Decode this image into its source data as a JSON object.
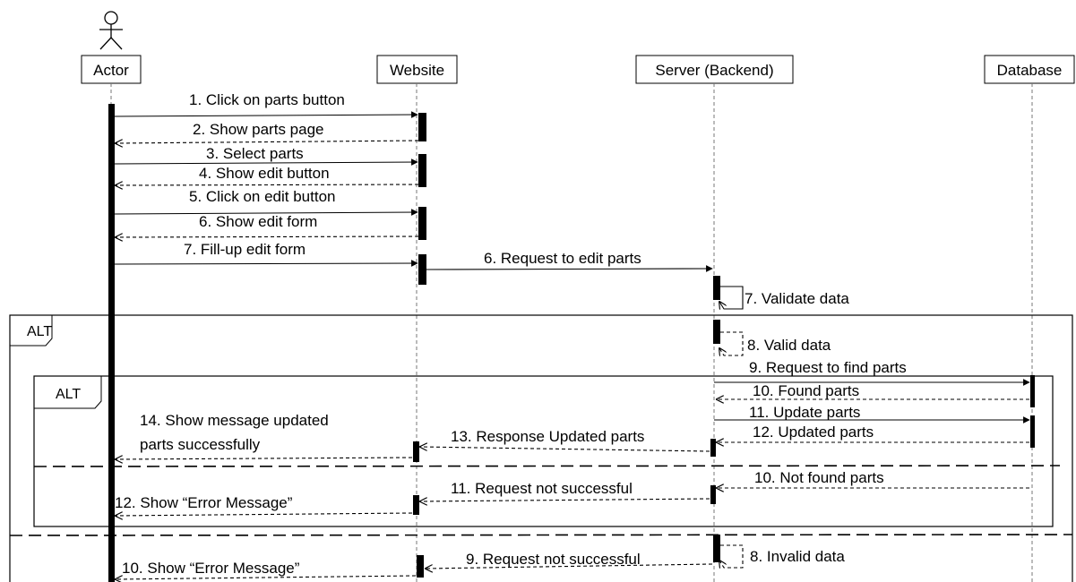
{
  "diagram": {
    "participants": {
      "actor": "Actor",
      "website": "Website",
      "server": "Server (Backend)",
      "database": "Database"
    },
    "fragments": {
      "outer_alt": "ALT",
      "inner_alt": "ALT"
    },
    "messages": {
      "m1": "1. Click on parts button",
      "m2": "2. Show parts page",
      "m3": "3. Select parts",
      "m4": "4. Show edit button",
      "m5": "5. Click on edit button",
      "m6": "6. Show edit form",
      "m7": "7. Fill-up edit form",
      "m8": "6. Request to edit parts",
      "m9": "7. Validate data",
      "m10": "8. Valid data",
      "m11": "9. Request to find parts",
      "m12": "10. Found parts",
      "m13": "11. Update parts",
      "m14": "12. Updated parts",
      "m15": "13. Response Updated parts",
      "m16_line1": "14. Show message updated",
      "m16_line2": "parts successfully",
      "m17": "10. Not found parts",
      "m18": "11. Request not successful",
      "m19": "12. Show  “Error Message”",
      "m20": "8. Invalid data",
      "m21": "9. Request not successful",
      "m22": "10. Show  “Error Message”"
    }
  }
}
